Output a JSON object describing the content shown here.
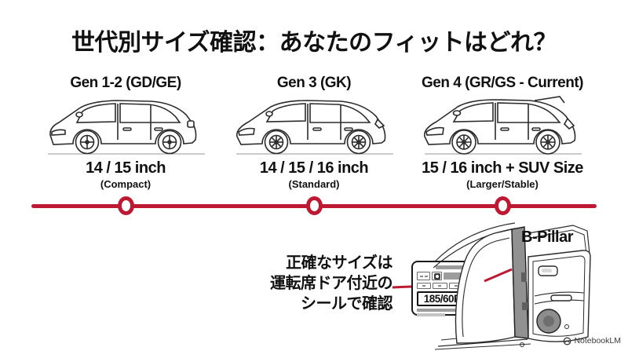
{
  "title": "世代別サイズ確認：あなたのフィットはどれ？",
  "generations": [
    {
      "name": "Gen 1-2 (GD/GE)",
      "size": "14 / 15 inch",
      "note": "(Compact)"
    },
    {
      "name": "Gen 3 (GK)",
      "size": "14 / 15 / 16 inch",
      "note": "(Standard)"
    },
    {
      "name": "Gen 4 (GR/GS - Current)",
      "size": "15 / 16 inch + SUV Size",
      "note": "(Larger/Stable)"
    }
  ],
  "annotation": {
    "line1": "正確なサイズは",
    "line2": "運転席ドア付近の",
    "line3": "シールで確認"
  },
  "sticker": {
    "tire_size": "185/60R15"
  },
  "door_diagram": {
    "label": "B-Pillar"
  },
  "watermark": {
    "text": "NotebookLM"
  },
  "colors": {
    "accent_red": "#be1932",
    "ink": "#111111",
    "line_art": "#2b2b2b",
    "pillar_gray": "#919191"
  }
}
